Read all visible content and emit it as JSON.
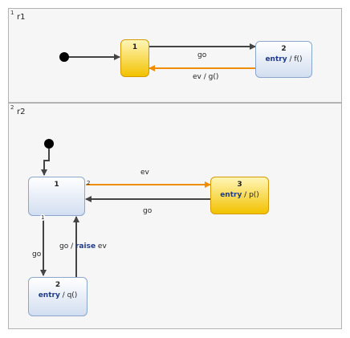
{
  "colors": {
    "transition": "#444444",
    "highlight": "#f08c00",
    "initial": "#000000"
  },
  "regions": [
    {
      "index": "1",
      "name": "r1",
      "states": [
        {
          "name": "1",
          "action": null,
          "active": true
        },
        {
          "name": "2",
          "action": {
            "keyword": "entry",
            "rest": " / f()"
          },
          "active": false
        }
      ],
      "transitions": [
        {
          "label": "go",
          "highlighted": false
        },
        {
          "label": "ev / g()",
          "highlighted": true
        }
      ]
    },
    {
      "index": "2",
      "name": "r2",
      "states": [
        {
          "name": "1",
          "action": null,
          "active": false
        },
        {
          "name": "3",
          "action": {
            "keyword": "entry",
            "rest": " / p()"
          },
          "active": true
        },
        {
          "name": "2",
          "action": {
            "keyword": "entry",
            "rest": " / q()"
          },
          "active": false
        }
      ],
      "transitions": [
        {
          "label": "ev",
          "priority": "2",
          "highlighted": true
        },
        {
          "label": "go",
          "highlighted": false
        },
        {
          "label": "go",
          "priority": "1",
          "highlighted": false
        },
        {
          "label_pre": "go / ",
          "label_kw": "raise",
          "label_post": " ev",
          "highlighted": false
        }
      ]
    }
  ]
}
